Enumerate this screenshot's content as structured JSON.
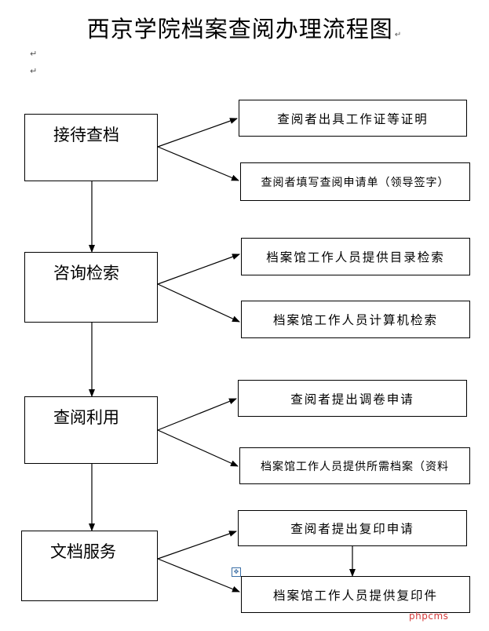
{
  "title": "西京学院档案查阅办理流程图",
  "paragraph_mark": "↵",
  "steps": [
    {
      "label": "接待查档",
      "items": [
        "查阅者出具工作证等证明",
        "查阅者填写查阅申请单（领导签字）"
      ]
    },
    {
      "label": "咨询检索",
      "items": [
        "档案馆工作人员提供目录检索",
        "档案馆工作人员计算机检索"
      ]
    },
    {
      "label": "查阅利用",
      "items": [
        "查阅者提出调卷申请",
        "档案馆工作人员提供所需档案（资料"
      ]
    },
    {
      "label": "文档服务",
      "items": [
        "查阅者提出复印申请",
        "档案馆工作人员提供复印件"
      ]
    }
  ],
  "watermark": "phpcms"
}
